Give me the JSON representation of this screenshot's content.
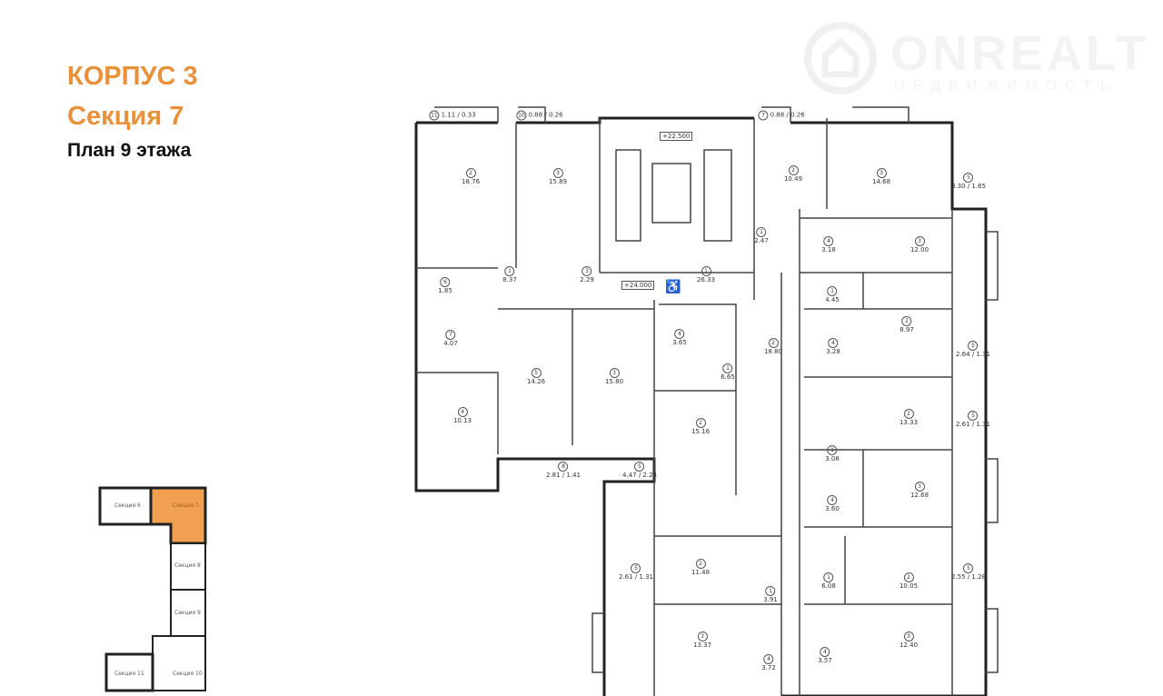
{
  "header": {
    "building": "КОРПУС 3",
    "section": "Секция 7",
    "floor_plan": "План 9 этажа"
  },
  "watermark": {
    "brand": "ONREALT",
    "subtitle": "НЕДВИЖИМОСТЬ"
  },
  "colors": {
    "accent": "#e8913a",
    "highlight": "#f0a050"
  },
  "key_plan": {
    "sections": [
      "Секция 6",
      "Секция 7",
      "Секция 8",
      "Секция 9",
      "Секция 10",
      "Секция 11"
    ],
    "active": "Секция 7"
  },
  "elevations": [
    "+22.500",
    "+24.000"
  ],
  "rooms": [
    {
      "num": "2",
      "area": "18.76"
    },
    {
      "num": "3",
      "area": "15.89"
    },
    {
      "num": "1",
      "area": "8.37"
    },
    {
      "num": "3",
      "area": "2.29"
    },
    {
      "num": "1",
      "area": "26.33"
    },
    {
      "num": "1",
      "area": "2.47"
    },
    {
      "num": "2",
      "area": "10.49"
    },
    {
      "num": "3",
      "area": "14.68"
    },
    {
      "num": "5",
      "area": "3.30 / 1.65"
    },
    {
      "num": "4",
      "area": "3.18"
    },
    {
      "num": "3",
      "area": "12.00"
    },
    {
      "num": "1",
      "area": "4.45"
    },
    {
      "num": "2",
      "area": "8.97"
    },
    {
      "num": "4",
      "area": "3.28"
    },
    {
      "num": "2",
      "area": "18.80"
    },
    {
      "num": "1",
      "area": "6.65"
    },
    {
      "num": "4",
      "area": "3.65"
    },
    {
      "num": "3",
      "area": "15.80"
    },
    {
      "num": "5",
      "area": "14.26"
    },
    {
      "num": "4",
      "area": "10.13"
    },
    {
      "num": "7",
      "area": "4.07"
    },
    {
      "num": "6",
      "area": "1.85"
    },
    {
      "num": "2",
      "area": "15.16"
    },
    {
      "num": "8",
      "area": "2.81 / 1.41"
    },
    {
      "num": "5",
      "area": "4.47 / 2.24"
    },
    {
      "num": "2",
      "area": "13.33"
    },
    {
      "num": "1",
      "area": "3.08"
    },
    {
      "num": "4",
      "area": "3.60"
    },
    {
      "num": "3",
      "area": "12.68"
    },
    {
      "num": "2",
      "area": "11.48"
    },
    {
      "num": "1",
      "area": "3.91"
    },
    {
      "num": "5",
      "area": "2.61 / 1.31"
    },
    {
      "num": "3",
      "area": "13.37"
    },
    {
      "num": "4",
      "area": "3.72"
    },
    {
      "num": "1",
      "area": "6.08"
    },
    {
      "num": "2",
      "area": "10.05"
    },
    {
      "num": "4",
      "area": "3.57"
    },
    {
      "num": "3",
      "area": "12.40"
    },
    {
      "num": "5",
      "area": "2.64 / 1.31"
    },
    {
      "num": "5",
      "area": "2.61 / 1.31"
    },
    {
      "num": "5",
      "area": "2.55 / 1.28"
    },
    {
      "num": "11",
      "area": "1.11 / 0.33"
    },
    {
      "num": "10",
      "area": "0.88 / 0.26"
    },
    {
      "num": "7",
      "area": "0.88 / 0.26"
    }
  ]
}
